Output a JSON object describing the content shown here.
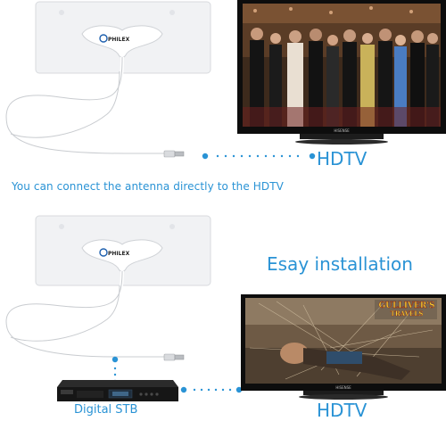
{
  "labels": {
    "hdtv_top": "HDTV",
    "connect_directly": "You can connect the antenna directly to the HDTV",
    "easy_installation": "Esay installation",
    "hdtv_bottom": "HDTV",
    "digital_stb": "Digital STB"
  },
  "logos": {
    "antenna_brand": "PHILEX",
    "tv_brand": "HISENSE",
    "movie_title_line1": "GULLIVER'S",
    "movie_title_line2": "TRAVELS"
  },
  "colors": {
    "accent": "#2a93d5",
    "tv_frame": "#111111",
    "antenna_panel": "#f1f2f4"
  }
}
